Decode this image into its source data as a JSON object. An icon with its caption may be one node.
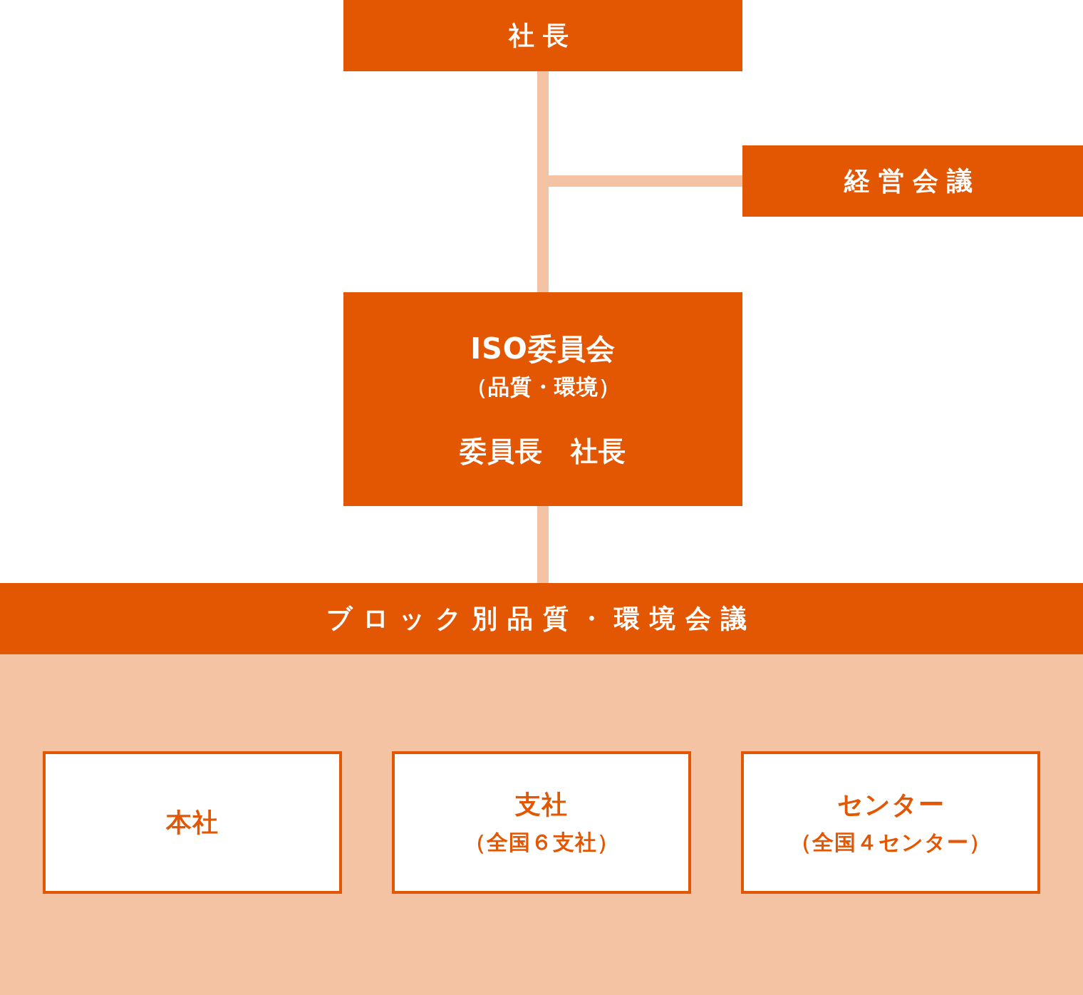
{
  "diagram": {
    "nodes": [
      {
        "text": [
          "社長"
        ]
      },
      {
        "text": [
          "経営会議"
        ]
      },
      {
        "text": [
          "ISO委員会",
          "（品質・環境）",
          "委員長　社長"
        ]
      },
      {
        "text": [
          "ブロック別品質・環境会議"
        ]
      },
      {
        "text": [
          "本社"
        ],
        "in": 3
      },
      {
        "text": [
          "支社",
          "（全国６支社）"
        ],
        "in": 3
      },
      {
        "text": [
          "センター",
          "（全国４センター）"
        ],
        "in": 3
      }
    ],
    "edges": [
      {
        "from": 0,
        "to": 1,
        "arrow": "none"
      },
      {
        "from": 0,
        "to": 2,
        "arrow": "none"
      },
      {
        "from": 2,
        "to": 3,
        "arrow": "none"
      }
    ]
  }
}
